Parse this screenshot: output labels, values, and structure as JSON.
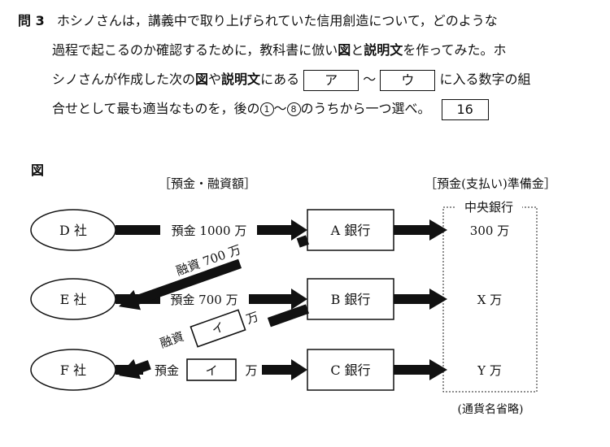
{
  "question": {
    "number": "問 3",
    "line1": "ホシノさんは，講義中で取り上げられていた信用創造について，どのような",
    "line2_a": "過程で起こるのか確認するために，教科書に倣い",
    "line2_b": "図",
    "line2_c": "と",
    "line2_d": "説明文",
    "line2_e": "を作ってみた。ホ",
    "line3_a": "シノさんが作成した次の",
    "line3_b": "図",
    "line3_c": "や",
    "line3_d": "説明文",
    "line3_e": "にある",
    "blank_a": "ア",
    "tilde": "～",
    "blank_u": "ウ",
    "line3_f": "に入る数字の組",
    "line4_a": "合せとして最も適当なものを，後の",
    "choice_first": "1",
    "choice_last": "8",
    "line4_b": "のうちから一つ選べ。",
    "answer_number": "16"
  },
  "figure": {
    "label": "図",
    "header_left": "［預金・融資額］",
    "header_right": "［預金(支払い)準備金］",
    "companies": [
      "D 社",
      "E 社",
      "F 社"
    ],
    "banks": [
      "A 銀行",
      "B 銀行",
      "C 銀行"
    ],
    "central_bank": "中央銀行",
    "reserves": [
      "300 万",
      "X 万",
      "Y 万"
    ],
    "deposit_d": "預金 1000 万",
    "deposit_e": "預金 700 万",
    "deposit_f_prefix": "預金",
    "deposit_f_blank": "イ",
    "deposit_f_suffix": "万",
    "loan_a": "融資 700 万",
    "loan_b_prefix": "融資",
    "loan_b_blank": "イ",
    "loan_b_suffix": "万",
    "note": "(通貨名省略)"
  }
}
